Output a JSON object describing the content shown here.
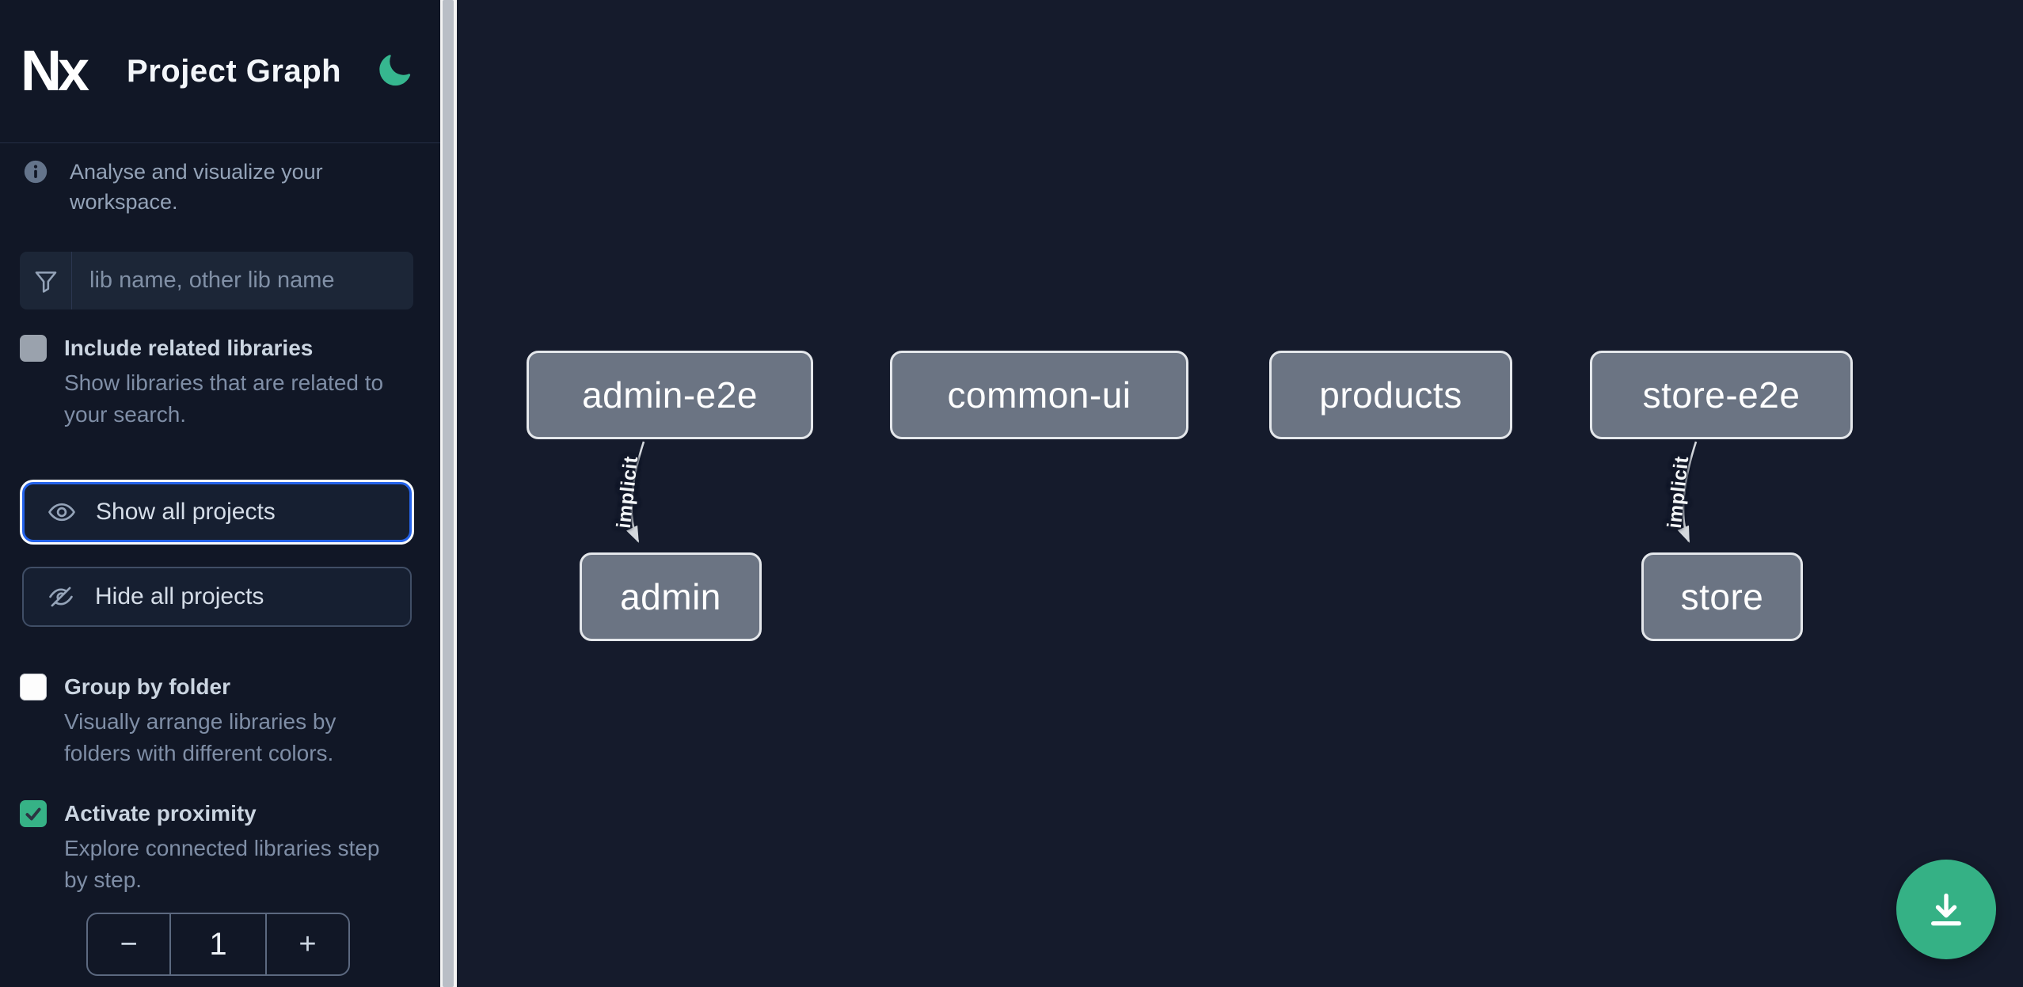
{
  "branding": {
    "logo_text": "Nx"
  },
  "header": {
    "title": "Project Graph"
  },
  "sidebar": {
    "info_text": "Analyse and visualize your workspace.",
    "filter_placeholder": "lib name, other lib name",
    "include_related": {
      "label": "Include related libraries",
      "description": "Show libraries that are related to your search.",
      "checked": false
    },
    "show_all_label": "Show all projects",
    "hide_all_label": "Hide all projects",
    "group_by_folder": {
      "label": "Group by folder",
      "description": "Visually arrange libraries by folders with different colors.",
      "checked": false
    },
    "activate_proximity": {
      "label": "Activate proximity",
      "description": "Explore connected libraries step by step.",
      "checked": true
    },
    "proximity_stepper": {
      "decrement": "−",
      "value": "1",
      "increment": "+"
    }
  },
  "graph": {
    "nodes": [
      {
        "label": "admin-e2e"
      },
      {
        "label": "common-ui"
      },
      {
        "label": "products"
      },
      {
        "label": "store-e2e"
      },
      {
        "label": "admin"
      },
      {
        "label": "store"
      }
    ],
    "edges": [
      {
        "from": "admin-e2e",
        "to": "admin",
        "label": "implicit"
      },
      {
        "from": "store-e2e",
        "to": "store",
        "label": "implicit"
      }
    ]
  },
  "colors": {
    "sidebar_bg": "#111726",
    "canvas_bg": "#151b2c",
    "accent_blue": "#2563eb",
    "accent_green": "#36b286",
    "fab_green": "#35b185",
    "node_fill": "#6b7483",
    "node_border": "#e4e7eb",
    "edge_stroke": "#d4d8dd"
  }
}
